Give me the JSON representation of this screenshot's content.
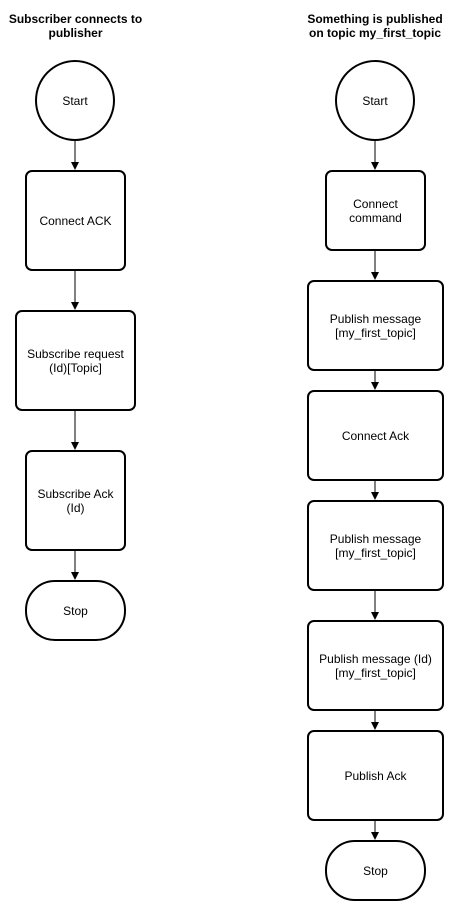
{
  "left_flow": {
    "title": "Subscriber connects to\npublisher",
    "start": "Start",
    "connect_ack": "Connect ACK",
    "subscribe_request": "Subscribe request\n(Id)[Topic]",
    "subscribe_ack": "Subscribe Ack\n(Id)",
    "stop": "Stop"
  },
  "right_flow": {
    "title": "Something is published\non topic my_first_topic",
    "start": "Start",
    "connect_command": "Connect\ncommand",
    "publish_message_1": "Publish message\n[my_first_topic]",
    "connect_ack": "Connect Ack",
    "publish_message_2": "Publish message\n[my_first_topic]",
    "publish_message_id": "Publish message (Id)\n[my_first_topic]",
    "publish_ack": "Publish Ack",
    "stop": "Stop"
  }
}
